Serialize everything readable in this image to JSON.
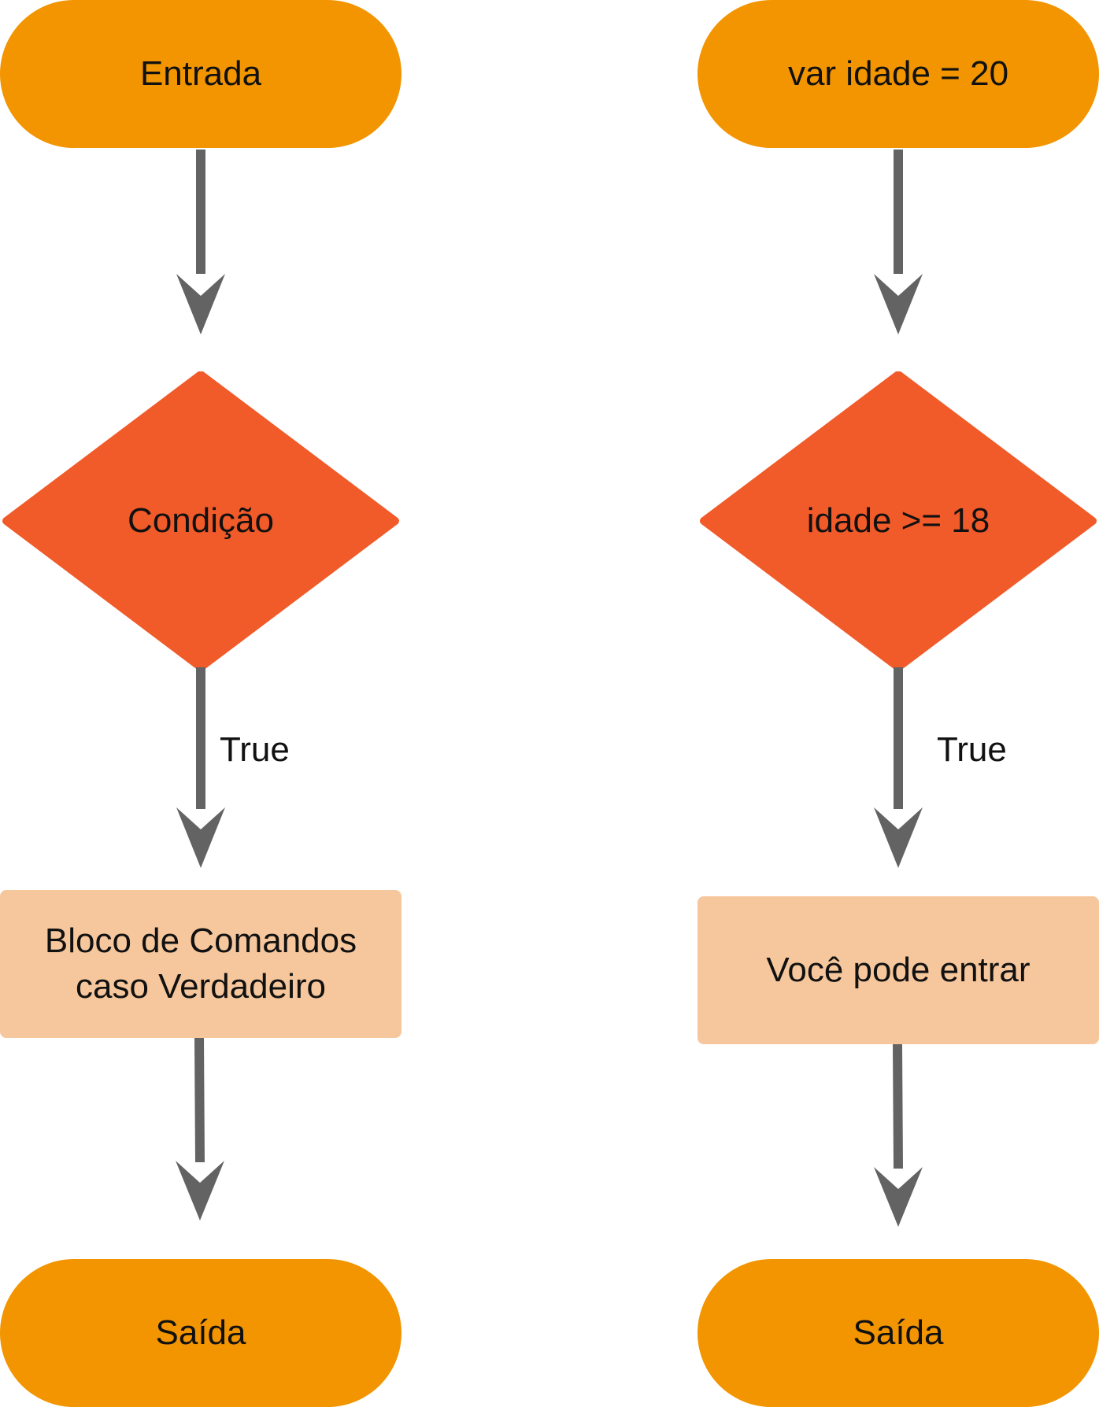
{
  "colors": {
    "terminal": "#F29500",
    "decision": "#F15A29",
    "process": "#F6C79D",
    "arrow": "#636363",
    "text": "#111111"
  },
  "left_flow": {
    "start": "Entrada",
    "decision": "Condição",
    "true_label": "True",
    "process_line1": "Bloco de Comandos",
    "process_line2": "caso Verdadeiro",
    "end": "Saída"
  },
  "right_flow": {
    "start": "var idade = 20",
    "decision": "idade >= 18",
    "true_label": "True",
    "process": "Você pode entrar",
    "end": "Saída"
  }
}
